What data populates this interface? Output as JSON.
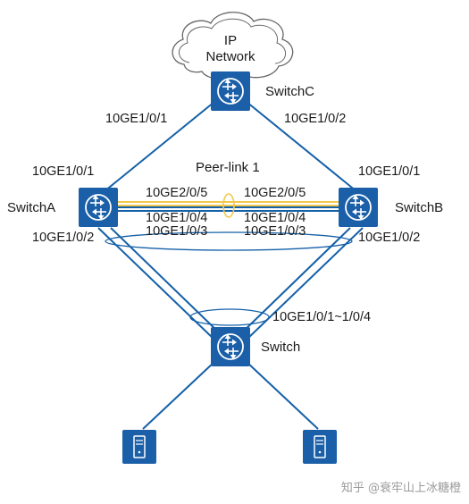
{
  "cloud": {
    "line1": "IP",
    "line2": "Network"
  },
  "switches": {
    "switch_c": "SwitchC",
    "switch_a": "SwitchA",
    "switch_b": "SwitchB",
    "switch": "Switch"
  },
  "ports": {
    "c_left": "10GE1/0/1",
    "c_right": "10GE1/0/2",
    "a_up": "10GE1/0/1",
    "b_up": "10GE1/0/1",
    "a_down": "10GE1/0/2",
    "b_down": "10GE1/0/2",
    "a_peer_1": "10GE2/0/5",
    "a_peer_2": "10GE1/0/4",
    "a_peer_3": "10GE1/0/3",
    "b_peer_1": "10GE2/0/5",
    "b_peer_2": "10GE1/0/4",
    "b_peer_3": "10GE1/0/3",
    "switch_range": "10GE1/0/1~1/0/4"
  },
  "peer_link": "Peer-link 1",
  "watermark": "知乎 @衰牢山上冰糖橙",
  "colors": {
    "device_blue": "#1a5fa8",
    "link_blue": "#1460a8",
    "peer_yellow": "#f2c94c",
    "cloud_stroke": "#666666"
  },
  "icons": {
    "router": "switch-router-icon",
    "server": "server-icon",
    "cloud": "cloud-icon"
  }
}
